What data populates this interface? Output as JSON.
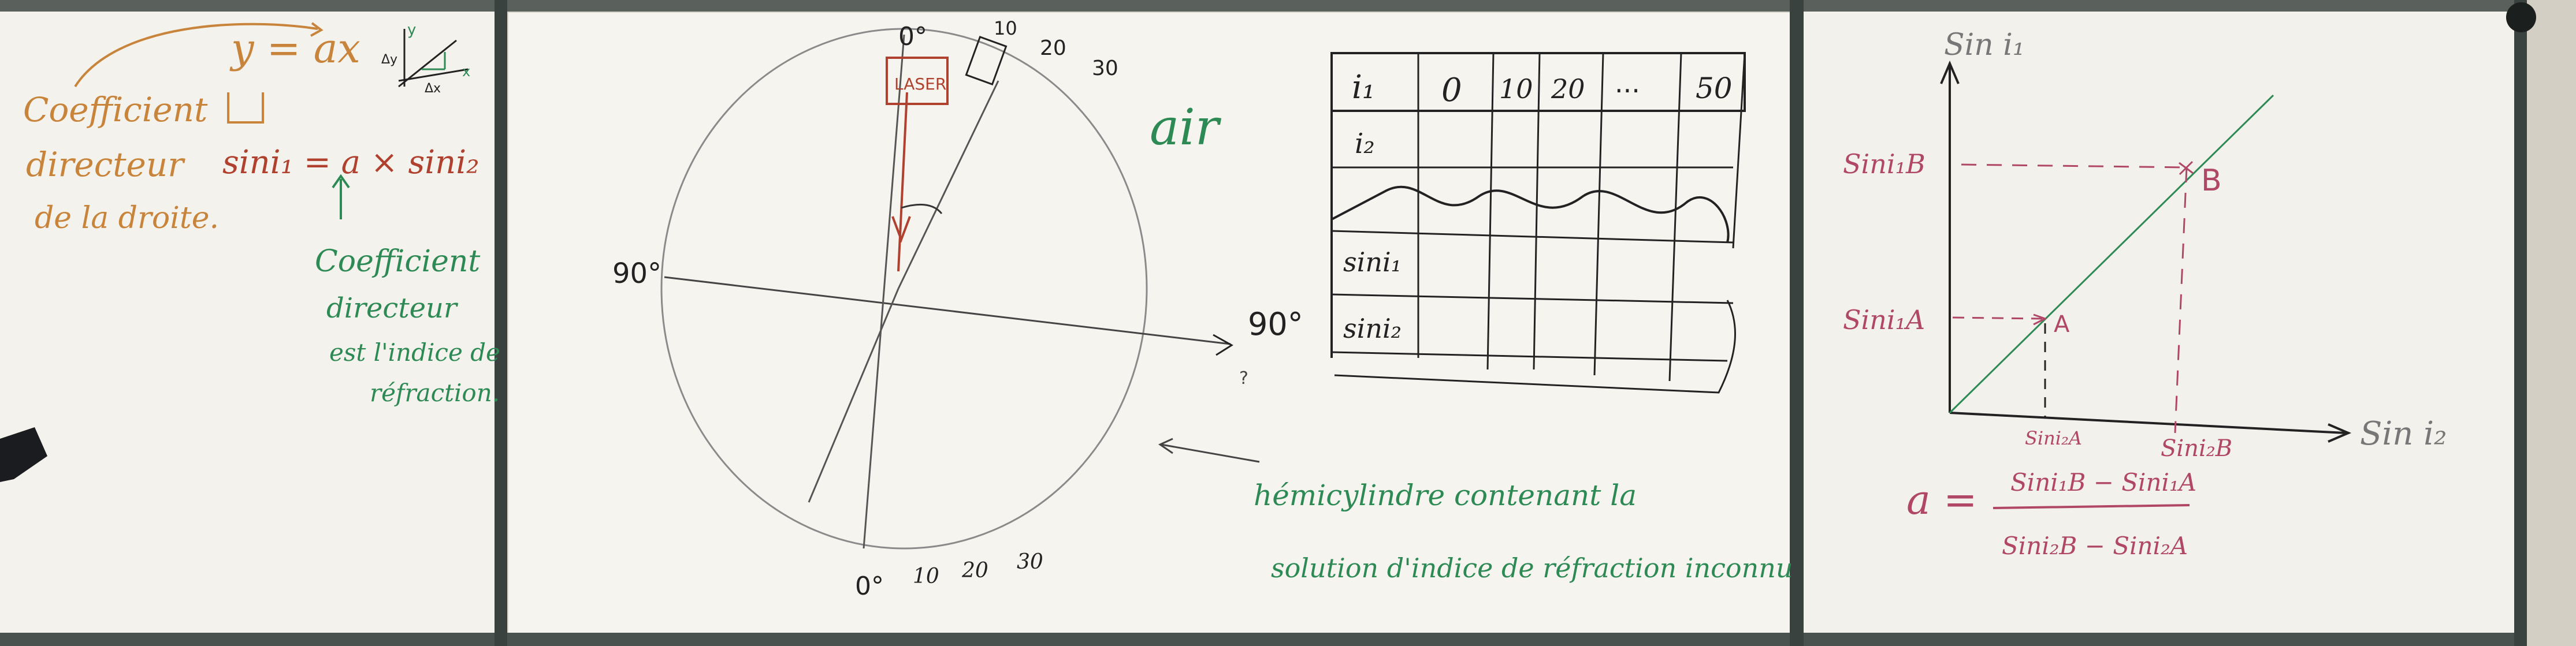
{
  "scene": "classroom whiteboard with handwritten physics notes on refraction",
  "colors": {
    "board": "#f3f1ea",
    "frame": "#3f4a48",
    "ink_red": "#b0412f",
    "ink_green": "#2e8a55",
    "ink_orange": "#c8843a",
    "ink_black": "#222222",
    "ink_pink": "#b04766",
    "pencil": "#8a8a8a"
  },
  "left_panel": {
    "equation": "y = ax",
    "mini_graph_labels": [
      "y",
      "x",
      "Δx",
      "Δy"
    ],
    "main_relation": "sini₁ = a × sini₂",
    "coef_note_lines": [
      "Coefficient",
      "directeur",
      "de la droite."
    ],
    "green_note_lines": [
      "Coefficient",
      "directeur",
      "est l'indice de",
      "réfraction."
    ]
  },
  "middle_panel": {
    "angle_top": "0°",
    "angle_bottom": "0°",
    "angle_left": "90°",
    "angle_right": "90°",
    "ticks_top": [
      "10",
      "20",
      "30"
    ],
    "ticks_bottom": [
      "10",
      "20",
      "30"
    ],
    "laser_label": "LASER",
    "air_label": "air",
    "question_mark": "?",
    "table_row_headers": [
      "i₁",
      "i₂",
      "sini₁",
      "sini₂"
    ],
    "table_col_headers": [
      "0",
      "10",
      "20",
      "...",
      "50"
    ],
    "green_caption_lines": [
      "hémicylindre contenant la",
      "solution d'indice de réfraction inconnu"
    ]
  },
  "right_panel": {
    "y_axis_label": "Sin i₁",
    "x_axis_label": "Sin i₂",
    "y_tick_b": "Sini₁B",
    "y_tick_a": "Sini₁A",
    "x_tick_a": "Sini₂A",
    "x_tick_b": "Sini₂B",
    "point_a": "A",
    "point_b": "B",
    "formula_lhs": "a =",
    "formula_num": "Sini₁B − Sini₁A",
    "formula_den": "Sini₂B − Sini₂A"
  }
}
